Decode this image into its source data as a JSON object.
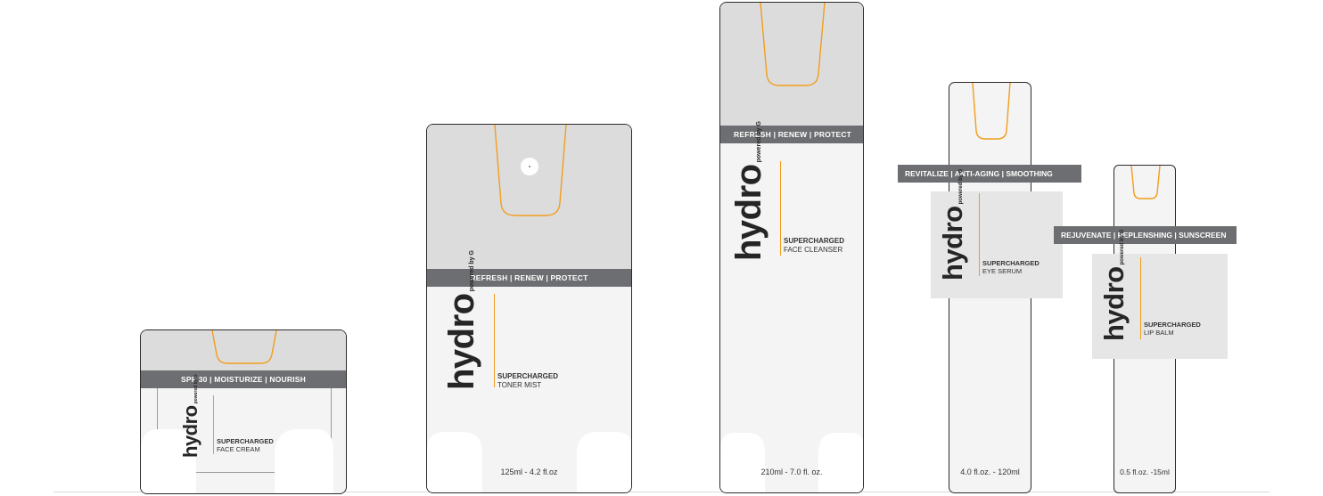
{
  "brand": {
    "name": "hydro",
    "tagline": "powered by G"
  },
  "accent_color": "#f29d1b",
  "band_color": "#6d6e71",
  "cap_color": "#dcdcdd",
  "packages": [
    {
      "id": "face-cream",
      "band": "SPF 30 | MOISTURIZE | NOURISH",
      "product_line1": "SUPERCHARGED",
      "product_line2": "FACE CREAM",
      "volume": ""
    },
    {
      "id": "toner-mist",
      "band": "REFRESH | RENEW | PROTECT",
      "product_line1": "SUPERCHARGED",
      "product_line2": "TONER MIST",
      "volume": "125ml - 4.2 fl.oz"
    },
    {
      "id": "face-cleanser",
      "band": "REFRESH | RENEW | PROTECT",
      "product_line1": "SUPERCHARGED",
      "product_line2": "FACE CLEANSER",
      "volume": "210ml - 7.0 fl. oz."
    },
    {
      "id": "eye-serum",
      "band": "REVITALIZE | ANTI-AGING | SMOOTHING",
      "product_line1": "SUPERCHARGED",
      "product_line2": "EYE SERUM",
      "volume": "4.0 fl.oz. - 120ml"
    },
    {
      "id": "lip-balm",
      "band": "REJUVENATE | REPLENSHING | SUNSCREEN",
      "product_line1": "SUPERCHARGED",
      "product_line2": "LIP BALM",
      "volume": "0.5 fl.oz. -15ml"
    }
  ]
}
